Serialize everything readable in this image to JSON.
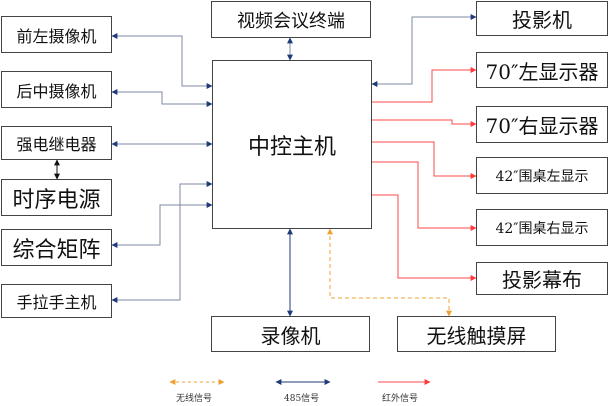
{
  "diagram": {
    "center": "中控主机",
    "left": [
      "前左摄像机",
      "后中摄像机",
      "强电继电器",
      "时序电源",
      "综合矩阵",
      "手拉手主机"
    ],
    "top": "视频会议终端",
    "right": [
      "投影机",
      "70″左显示器",
      "70″右显示器",
      "42″围桌左显示",
      "42″围桌右显示",
      "投影幕布"
    ],
    "bottom": [
      "录像机",
      "无线触摸屏"
    ]
  },
  "legend": {
    "wireless": "无线信号",
    "rs485": "485信号",
    "infrared": "红外信号"
  },
  "colors": {
    "line_485": "#1f3a7a",
    "line_ir": "#ff4a4a",
    "line_wireless": "#f0a030",
    "line_gray": "#7d8aa0",
    "line_black": "#111111",
    "box_border": "#444444"
  }
}
